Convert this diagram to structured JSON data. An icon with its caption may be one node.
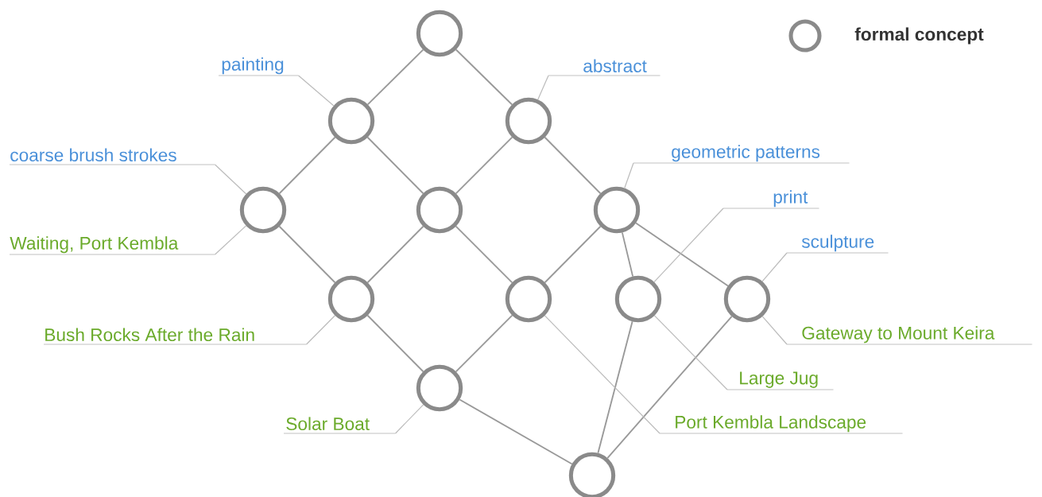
{
  "diagram": {
    "nodes": [
      {
        "text": [],
        "shape": "circle"
      },
      {
        "text": [],
        "shape": "circle"
      },
      {
        "text": [],
        "shape": "circle"
      },
      {
        "text": [],
        "shape": "circle"
      },
      {
        "text": [],
        "shape": "circle"
      },
      {
        "text": [],
        "shape": "circle"
      },
      {
        "text": [],
        "shape": "circle"
      },
      {
        "text": [],
        "shape": "circle"
      },
      {
        "text": [],
        "shape": "circle"
      },
      {
        "text": [],
        "shape": "circle"
      },
      {
        "text": [],
        "shape": "circle"
      },
      {
        "text": [],
        "shape": "circle"
      },
      {
        "text": [
          "painting"
        ]
      },
      {
        "text": [
          "abstract"
        ]
      },
      {
        "text": [
          "coarse brush strokes"
        ]
      },
      {
        "text": [
          "Waiting, Port Kembla"
        ]
      },
      {
        "text": [
          "Bush Rocks After the Rain"
        ]
      },
      {
        "text": [
          "Solar Boat"
        ]
      },
      {
        "text": [
          "geometric patterns"
        ]
      },
      {
        "text": [
          "print"
        ]
      },
      {
        "text": [
          "sculpture"
        ]
      },
      {
        "text": [
          "Gateway to Mount Keira"
        ]
      },
      {
        "text": [
          "Large Jug"
        ]
      },
      {
        "text": [
          "Port Kembla Landscape"
        ]
      }
    ],
    "edges": [
      {
        "from": 0,
        "to": 1,
        "arrow": "none"
      },
      {
        "from": 0,
        "to": 2,
        "arrow": "none"
      },
      {
        "from": 1,
        "to": 3,
        "arrow": "none"
      },
      {
        "from": 1,
        "to": 4,
        "arrow": "none"
      },
      {
        "from": 2,
        "to": 4,
        "arrow": "none"
      },
      {
        "from": 2,
        "to": 5,
        "arrow": "none"
      },
      {
        "from": 3,
        "to": 6,
        "arrow": "none"
      },
      {
        "from": 4,
        "to": 6,
        "arrow": "none"
      },
      {
        "from": 4,
        "to": 7,
        "arrow": "none"
      },
      {
        "from": 5,
        "to": 7,
        "arrow": "none"
      },
      {
        "from": 5,
        "to": 8,
        "arrow": "none"
      },
      {
        "from": 5,
        "to": 9,
        "arrow": "none"
      },
      {
        "from": 6,
        "to": 10,
        "arrow": "none"
      },
      {
        "from": 7,
        "to": 10,
        "arrow": "none"
      },
      {
        "from": 10,
        "to": 11,
        "arrow": "none"
      },
      {
        "from": 8,
        "to": 11,
        "arrow": "none"
      },
      {
        "from": 9,
        "to": 11,
        "arrow": "none"
      },
      {
        "from": 12,
        "to": 1,
        "arrow": "none",
        "color": "#bbbbbb"
      },
      {
        "from": 13,
        "to": 2,
        "arrow": "none",
        "color": "#bbbbbb"
      },
      {
        "from": 14,
        "to": 3,
        "arrow": "none",
        "color": "#bbbbbb"
      },
      {
        "from": 15,
        "to": 3,
        "arrow": "none",
        "color": "#bbbbbb"
      },
      {
        "from": 16,
        "to": 6,
        "arrow": "none",
        "color": "#bbbbbb"
      },
      {
        "from": 17,
        "to": 10,
        "arrow": "none",
        "color": "#bbbbbb"
      },
      {
        "from": 18,
        "to": 5,
        "arrow": "none",
        "color": "#bbbbbb"
      },
      {
        "from": 19,
        "to": 8,
        "arrow": "none",
        "color": "#bbbbbb"
      },
      {
        "from": 20,
        "to": 9,
        "arrow": "none",
        "color": "#bbbbbb"
      },
      {
        "from": 21,
        "to": 9,
        "arrow": "none",
        "color": "#bbbbbb"
      },
      {
        "from": 22,
        "to": 8,
        "arrow": "none",
        "color": "#bbbbbb"
      },
      {
        "from": 23,
        "to": 7,
        "arrow": "none",
        "color": "#bbbbbb"
      }
    ],
    "legend": [
      {
        "text": "formal concept"
      }
    ]
  }
}
